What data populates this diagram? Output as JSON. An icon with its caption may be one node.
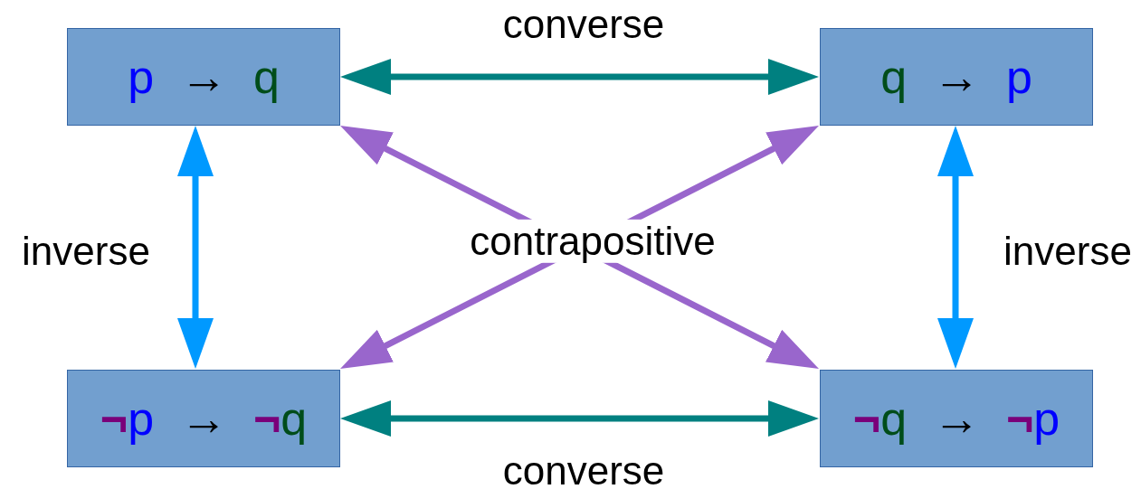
{
  "diagram": {
    "nodes": [
      {
        "text": [
          "p → q"
        ]
      },
      {
        "text": [
          "q → p"
        ]
      },
      {
        "text": [
          "¬p → ¬q"
        ]
      },
      {
        "text": [
          "¬q → ¬p"
        ]
      }
    ],
    "edges": [
      {
        "from": 0,
        "to": 1,
        "arrow": "both",
        "label": "converse",
        "color": "#008080"
      },
      {
        "from": 2,
        "to": 3,
        "arrow": "both",
        "label": "converse",
        "color": "#008080"
      },
      {
        "from": 0,
        "to": 2,
        "arrow": "both",
        "label": "inverse",
        "color": "#0099ff"
      },
      {
        "from": 1,
        "to": 3,
        "arrow": "both",
        "label": "inverse",
        "color": "#0099ff"
      },
      {
        "from": 0,
        "to": 3,
        "arrow": "both",
        "label": "contrapositive",
        "color": "#9966cc"
      },
      {
        "from": 1,
        "to": 2,
        "arrow": "both",
        "color": "#9966cc"
      }
    ]
  }
}
